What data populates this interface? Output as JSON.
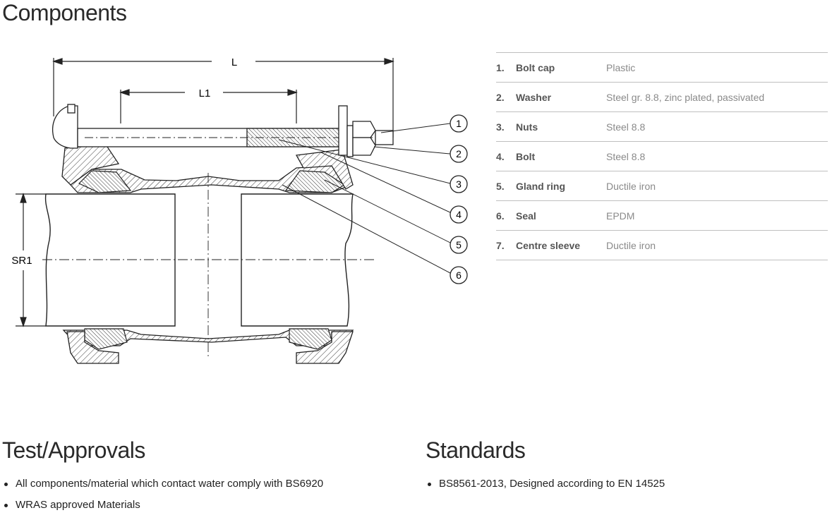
{
  "sections": {
    "components_title": "Components",
    "test_title": "Test/Approvals",
    "standards_title": "Standards"
  },
  "drawing": {
    "label_L": "L",
    "label_L1": "L1",
    "label_SR1": "SR1",
    "callouts": [
      "1",
      "2",
      "3",
      "4",
      "5",
      "6"
    ]
  },
  "components": [
    {
      "num": "1.",
      "name": "Bolt cap",
      "material": "Plastic"
    },
    {
      "num": "2.",
      "name": "Washer",
      "material": "Steel gr. 8.8, zinc plated, passivated"
    },
    {
      "num": "3.",
      "name": "Nuts",
      "material": "Steel 8.8"
    },
    {
      "num": "4.",
      "name": "Bolt",
      "material": "Steel 8.8"
    },
    {
      "num": "5.",
      "name": "Gland ring",
      "material": "Ductile iron"
    },
    {
      "num": "6.",
      "name": "Seal",
      "material": "EPDM"
    },
    {
      "num": "7.",
      "name": "Centre sleeve",
      "material": "Ductile iron"
    }
  ],
  "test_approvals": [
    "All components/material which contact water comply with BS6920",
    "WRAS approved Materials"
  ],
  "standards": [
    "BS8561-2013, Designed according to EN 14525"
  ]
}
